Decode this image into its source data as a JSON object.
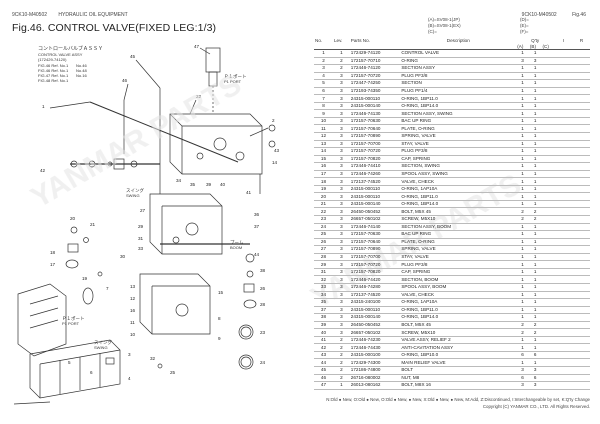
{
  "header": {
    "code": "9CK10-M40502",
    "section": "HYDRAULIC OIL EQUIPMENT",
    "right_code": "9CK10-M40502",
    "fig_ref": "Fig.46",
    "title": "Fig.46.  CONTROL VALVE(FIXED LEG:1/3)",
    "options_mid": [
      "(A)=SV08-1(JP)",
      "(B)=SV08-1(EX)",
      "(C)="
    ],
    "options_right": [
      "(D)=",
      "(E)=",
      "(F)="
    ]
  },
  "drawing": {
    "jp_title_1": "コントロールバルブＡＳＳＹ",
    "jp_title_2": "CONTROL VALVE ASSY",
    "jp_title_3": "(172429-74120)",
    "ref_lines": [
      "FIG.46 Ref. No.1",
      "FIG.46 Ref. No.1",
      "FIG.47 Ref. No.1",
      "FIG.48 Ref. No.1"
    ],
    "ref_suffix": [
      "No.46",
      "No.48",
      "No.16"
    ],
    "port1_top": "Ｐ１ポート",
    "port1_top_en": "P1 PORT",
    "swing": "スイング",
    "swing_en": "SWING",
    "boom": "ブーム",
    "boom_en": "BOOM",
    "port1_bot": "Ｐ１ポート",
    "port1_bot_en": "P1 PORT",
    "swing2": "スイング",
    "swing2_en": "SWING",
    "callouts": [
      "47",
      "45",
      "46",
      "1",
      "22",
      "34",
      "35",
      "39",
      "40",
      "41",
      "2",
      "43",
      "14",
      "42",
      "27",
      "20",
      "21",
      "29",
      "31",
      "33",
      "36",
      "37",
      "44",
      "38",
      "30",
      "26",
      "28",
      "18",
      "17",
      "19",
      "7",
      "13",
      "12",
      "16",
      "11",
      "10",
      "15",
      "8",
      "9",
      "5",
      "6",
      "3",
      "4",
      "32",
      "23",
      "24",
      "25"
    ]
  },
  "watermark_text": "YANMAR PARTS",
  "table": {
    "headers": [
      "No.",
      "Lev.",
      "Parts No.",
      "Description",
      "Q'ty",
      "I",
      "R"
    ],
    "qty_cols": [
      "(A)",
      "(B)",
      "(C)"
    ],
    "rows": [
      [
        "1",
        "1",
        "172429-74120",
        "CONTROL VALVE",
        "1",
        "1",
        ""
      ],
      [
        "2",
        "2",
        "172157-70710",
        "O-RING",
        "3",
        "3",
        ""
      ],
      [
        "3",
        "2",
        "172446-74120",
        "SECTION ASSY",
        "1",
        "1",
        ""
      ],
      [
        "4",
        "3",
        "172157-70720",
        "PLUG PF3/8",
        "1",
        "1",
        ""
      ],
      [
        "5",
        "3",
        "172447-74250",
        "SECTION",
        "1",
        "1",
        ""
      ],
      [
        "6",
        "3",
        "172193-74350",
        "PLUG PF1/4",
        "1",
        "1",
        ""
      ],
      [
        "7",
        "3",
        "24315-000110",
        "O-RING, 1BP11.0",
        "1",
        "1",
        ""
      ],
      [
        "8",
        "3",
        "24315-000140",
        "O-RING, 1BP14.0",
        "1",
        "1",
        ""
      ],
      [
        "9",
        "3",
        "172446-74130",
        "SECTION ASSY, SWING",
        "1",
        "1",
        ""
      ],
      [
        "10",
        "3",
        "172157-70630",
        "BAC UP RING",
        "1",
        "1",
        ""
      ],
      [
        "11",
        "3",
        "172157-70640",
        "PLATE, O-RING",
        "1",
        "1",
        ""
      ],
      [
        "12",
        "3",
        "172157-70890",
        "SPRING, VALVE",
        "1",
        "1",
        ""
      ],
      [
        "13",
        "3",
        "172157-70700",
        "STAY, VALVE",
        "1",
        "1",
        ""
      ],
      [
        "14",
        "3",
        "172157-70720",
        "PLUG PF3/8",
        "1",
        "1",
        ""
      ],
      [
        "15",
        "3",
        "172157-70820",
        "CAP, SPRING",
        "1",
        "1",
        ""
      ],
      [
        "16",
        "3",
        "172446-74410",
        "SECTION, SWING",
        "1",
        "1",
        ""
      ],
      [
        "17",
        "3",
        "172446-74260",
        "SPOOL ASSY, SWING",
        "1",
        "1",
        ""
      ],
      [
        "18",
        "3",
        "172137-74520",
        "VALVE, CHECK",
        "1",
        "1",
        ""
      ],
      [
        "19",
        "3",
        "24315-000110",
        "O-RING, 1AP10A",
        "1",
        "1",
        ""
      ],
      [
        "20",
        "3",
        "24315-000110",
        "O-RING, 1BP11.0",
        "1",
        "1",
        ""
      ],
      [
        "21",
        "3",
        "24315-000140",
        "O-RING, 1BP14.0",
        "1",
        "1",
        ""
      ],
      [
        "22",
        "3",
        "26450-050452",
        "BOLT, M5X 45",
        "2",
        "2",
        ""
      ],
      [
        "23",
        "3",
        "26657-050102",
        "SCREW, M5X10",
        "2",
        "2",
        ""
      ],
      [
        "24",
        "3",
        "172446-74140",
        "SECTION ASSY, BOOM",
        "1",
        "1",
        ""
      ],
      [
        "25",
        "3",
        "172157-70630",
        "BAC UP RING",
        "1",
        "1",
        ""
      ],
      [
        "26",
        "3",
        "172157-70640",
        "PLATE, O-RING",
        "1",
        "1",
        ""
      ],
      [
        "27",
        "3",
        "172157-70890",
        "SPRING, VALVE",
        "1",
        "1",
        ""
      ],
      [
        "28",
        "3",
        "172157-70700",
        "STAY, VALVE",
        "1",
        "1",
        ""
      ],
      [
        "29",
        "3",
        "172157-70720",
        "PLUG PF3/8",
        "1",
        "1",
        ""
      ],
      [
        "31",
        "3",
        "172157-70820",
        "CAP, SPRING",
        "1",
        "1",
        ""
      ],
      [
        "32",
        "3",
        "172446-74420",
        "SECTION, BOOM",
        "1",
        "1",
        ""
      ],
      [
        "33",
        "3",
        "172446-74280",
        "SPOOL ASSY, BOOM",
        "1",
        "1",
        ""
      ],
      [
        "34",
        "3",
        "172137-74520",
        "VALVE, CHECK",
        "1",
        "1",
        ""
      ],
      [
        "35",
        "3",
        "24315-240100",
        "O-RING, 1AP10A",
        "1",
        "1",
        ""
      ],
      [
        "37",
        "3",
        "24315-000110",
        "O-RING, 1BP11.0",
        "1",
        "1",
        ""
      ],
      [
        "38",
        "3",
        "24315-000140",
        "O-RING, 1BP14.0",
        "1",
        "1",
        ""
      ],
      [
        "39",
        "3",
        "26450-050452",
        "BOLT, M5X 45",
        "2",
        "2",
        ""
      ],
      [
        "40",
        "3",
        "26657-050102",
        "SCREW, M5X10",
        "2",
        "2",
        ""
      ],
      [
        "41",
        "2",
        "172446-74230",
        "VALVE ASSY, RELIEF 2",
        "1",
        "1",
        ""
      ],
      [
        "42",
        "2",
        "172446-74430",
        "ANTI-CAVITATION ASSY",
        "1",
        "1",
        ""
      ],
      [
        "43",
        "2",
        "24315-000100",
        "O-RING, 1BP10.0",
        "6",
        "6",
        ""
      ],
      [
        "44",
        "2",
        "172429-74300",
        "MAIN RELIEF VALVE",
        "1",
        "1",
        ""
      ],
      [
        "45",
        "2",
        "172186-74800",
        "BOLT",
        "3",
        "3",
        ""
      ],
      [
        "46",
        "2",
        "26716-080002",
        "NUT, M8",
        "6",
        "6",
        ""
      ],
      [
        "47",
        "1",
        "26013-080162",
        "BOLT, M8X 16",
        "3",
        "3",
        ""
      ]
    ]
  },
  "footer": {
    "legend": "N:Old ● New,  O:Old ● New,  O:Old ● New,  ● New,  X:Old ● New,  ● New,  M:Add,  Z:Discontinued,  I:Interchangeable by set,  K:Q'ty Change",
    "copyright": "Copyright (C)  YANMAR CO., LTD. All Rights Reserved."
  }
}
